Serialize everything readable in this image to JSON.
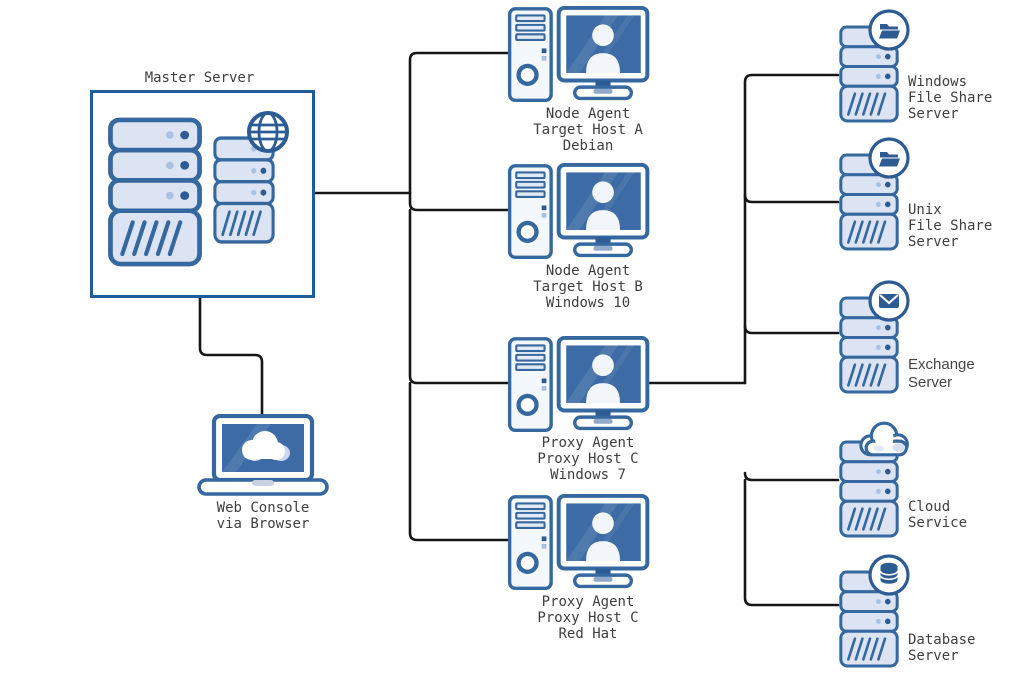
{
  "diagram": {
    "type": "network-architecture-diagram",
    "colors": {
      "accent": "#35689f",
      "badge": "#2d5c94",
      "stack_fill": "#dce4f3",
      "screen": "#3c6ba5",
      "line": "#161616",
      "text": "#3f3f3f",
      "box_border": "#1f5c99",
      "light_dot": "#a9c0e0"
    },
    "nodes": {
      "master": {
        "label": "Master Server",
        "icons": [
          "server-stack-icon",
          "server-stack-icon",
          "globe-icon"
        ]
      },
      "node_a": {
        "label": "Node Agent\nTarget Host A\nDebian",
        "icon": "desktop-user-icon"
      },
      "node_b": {
        "label": "Node Agent\nTarget Host B\nWindows 10",
        "icon": "desktop-user-icon"
      },
      "proxy_c": {
        "label": "Proxy Agent\nProxy Host C\nWindows 7",
        "icon": "desktop-user-icon"
      },
      "proxy_d": {
        "label": "Proxy Agent\nProxy Host C\nRed Hat",
        "icon": "desktop-user-icon"
      },
      "web_console": {
        "label": "Web Console\nvia Browser",
        "icon": "laptop-cloud-icon"
      },
      "windows_file_share": {
        "label": "Windows\nFile Share\nServer",
        "icon": "server-stack-icon",
        "badge": "folder-icon"
      },
      "unix_file_share": {
        "label": "Unix\nFile Share\nServer",
        "icon": "server-stack-icon",
        "badge": "folder-icon"
      },
      "exchange": {
        "label": "Exchange\nServer",
        "icon": "server-stack-icon",
        "badge": "envelope-icon"
      },
      "cloud_service": {
        "label": "Cloud\nService",
        "icon": "server-stack-icon",
        "badge": "cloud-icon"
      },
      "database": {
        "label": "Database\nServer",
        "icon": "server-stack-icon",
        "badge": "database-icon"
      }
    },
    "connections": [
      "master -> node_a",
      "master -> node_b",
      "master -> proxy_c",
      "master -> proxy_d",
      "master -> web_console",
      "proxy_c -> windows_file_share",
      "proxy_c -> unix_file_share",
      "proxy_c -> exchange",
      "proxy_c -> cloud_service",
      "proxy_c -> database"
    ]
  }
}
